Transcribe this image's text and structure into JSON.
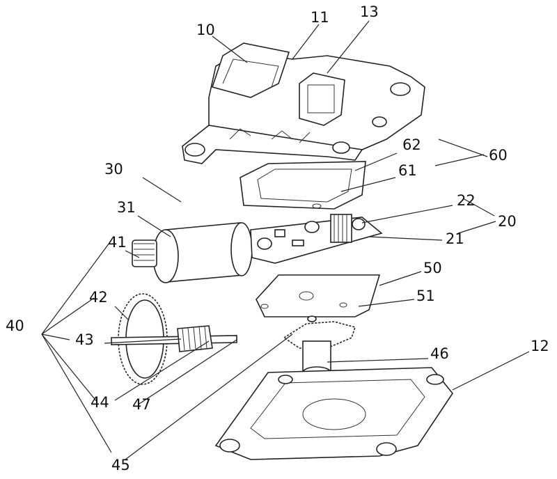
{
  "figure": {
    "labels": {
      "l10": "10",
      "l11": "11",
      "l13": "13",
      "l62": "62",
      "l60": "60",
      "l61": "61",
      "l30": "30",
      "l31": "31",
      "l22": "22",
      "l20": "20",
      "l21": "21",
      "l41": "41",
      "l50": "50",
      "l51": "51",
      "l42": "42",
      "l40": "40",
      "l43": "43",
      "l46": "46",
      "l12": "12",
      "l44": "44",
      "l47": "47",
      "l45": "45"
    }
  }
}
